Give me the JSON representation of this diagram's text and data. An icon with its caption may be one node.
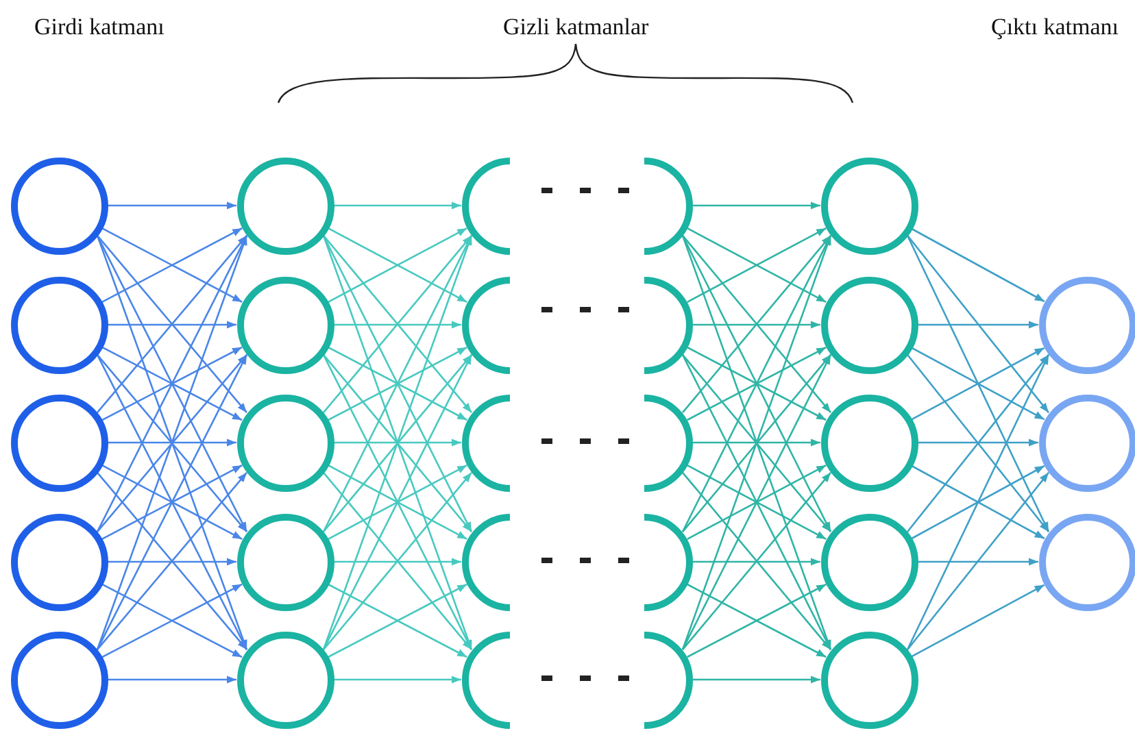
{
  "diagram": {
    "nodes": [
      {
        "text": [],
        "shape": "circle"
      },
      {
        "text": [],
        "shape": "circle"
      },
      {
        "text": [],
        "shape": "circle"
      },
      {
        "text": [],
        "shape": "circle"
      },
      {
        "text": [],
        "shape": "circle"
      },
      {
        "text": [],
        "shape": "circle"
      },
      {
        "text": [],
        "shape": "circle"
      },
      {
        "text": [],
        "shape": "circle"
      },
      {
        "text": [],
        "shape": "circle"
      },
      {
        "text": [],
        "shape": "circle"
      },
      {
        "text": [],
        "shape": "semicircle"
      },
      {
        "text": [],
        "shape": "semicircle"
      },
      {
        "text": [],
        "shape": "semicircle"
      },
      {
        "text": [],
        "shape": "semicircle"
      },
      {
        "text": [],
        "shape": "semicircle"
      },
      {
        "text": [],
        "shape": "semicircle"
      },
      {
        "text": [],
        "shape": "semicircle"
      },
      {
        "text": [],
        "shape": "semicircle"
      },
      {
        "text": [],
        "shape": "semicircle"
      },
      {
        "text": [],
        "shape": "semicircle"
      },
      {
        "text": [],
        "shape": "circle"
      },
      {
        "text": [],
        "shape": "circle"
      },
      {
        "text": [],
        "shape": "circle"
      },
      {
        "text": [],
        "shape": "circle"
      },
      {
        "text": [],
        "shape": "circle"
      },
      {
        "text": [],
        "shape": "circle"
      },
      {
        "text": [],
        "shape": "circle"
      },
      {
        "text": [],
        "shape": "circle"
      }
    ],
    "edges": [
      {
        "from": 0,
        "to": 5,
        "arrow": "to"
      },
      {
        "from": 0,
        "to": 6,
        "arrow": "to"
      },
      {
        "from": 0,
        "to": 7,
        "arrow": "to"
      },
      {
        "from": 0,
        "to": 8,
        "arrow": "to"
      },
      {
        "from": 0,
        "to": 9,
        "arrow": "to"
      },
      {
        "from": 1,
        "to": 5,
        "arrow": "to"
      },
      {
        "from": 1,
        "to": 6,
        "arrow": "to"
      },
      {
        "from": 1,
        "to": 7,
        "arrow": "to"
      },
      {
        "from": 1,
        "to": 8,
        "arrow": "to"
      },
      {
        "from": 1,
        "to": 9,
        "arrow": "to"
      },
      {
        "from": 2,
        "to": 5,
        "arrow": "to"
      },
      {
        "from": 2,
        "to": 6,
        "arrow": "to"
      },
      {
        "from": 2,
        "to": 7,
        "arrow": "to"
      },
      {
        "from": 2,
        "to": 8,
        "arrow": "to"
      },
      {
        "from": 2,
        "to": 9,
        "arrow": "to"
      },
      {
        "from": 3,
        "to": 5,
        "arrow": "to"
      },
      {
        "from": 3,
        "to": 6,
        "arrow": "to"
      },
      {
        "from": 3,
        "to": 7,
        "arrow": "to"
      },
      {
        "from": 3,
        "to": 8,
        "arrow": "to"
      },
      {
        "from": 3,
        "to": 9,
        "arrow": "to"
      },
      {
        "from": 4,
        "to": 5,
        "arrow": "to"
      },
      {
        "from": 4,
        "to": 6,
        "arrow": "to"
      },
      {
        "from": 4,
        "to": 7,
        "arrow": "to"
      },
      {
        "from": 4,
        "to": 8,
        "arrow": "to"
      },
      {
        "from": 4,
        "to": 9,
        "arrow": "to"
      },
      {
        "from": 5,
        "to": 10,
        "arrow": "to"
      },
      {
        "from": 5,
        "to": 11,
        "arrow": "to"
      },
      {
        "from": 5,
        "to": 12,
        "arrow": "to"
      },
      {
        "from": 5,
        "to": 13,
        "arrow": "to"
      },
      {
        "from": 5,
        "to": 14,
        "arrow": "to"
      },
      {
        "from": 6,
        "to": 10,
        "arrow": "to"
      },
      {
        "from": 6,
        "to": 11,
        "arrow": "to"
      },
      {
        "from": 6,
        "to": 12,
        "arrow": "to"
      },
      {
        "from": 6,
        "to": 13,
        "arrow": "to"
      },
      {
        "from": 6,
        "to": 14,
        "arrow": "to"
      },
      {
        "from": 7,
        "to": 10,
        "arrow": "to"
      },
      {
        "from": 7,
        "to": 11,
        "arrow": "to"
      },
      {
        "from": 7,
        "to": 12,
        "arrow": "to"
      },
      {
        "from": 7,
        "to": 13,
        "arrow": "to"
      },
      {
        "from": 7,
        "to": 14,
        "arrow": "to"
      },
      {
        "from": 8,
        "to": 10,
        "arrow": "to"
      },
      {
        "from": 8,
        "to": 11,
        "arrow": "to"
      },
      {
        "from": 8,
        "to": 12,
        "arrow": "to"
      },
      {
        "from": 8,
        "to": 13,
        "arrow": "to"
      },
      {
        "from": 8,
        "to": 14,
        "arrow": "to"
      },
      {
        "from": 9,
        "to": 10,
        "arrow": "to"
      },
      {
        "from": 9,
        "to": 11,
        "arrow": "to"
      },
      {
        "from": 9,
        "to": 12,
        "arrow": "to"
      },
      {
        "from": 9,
        "to": 13,
        "arrow": "to"
      },
      {
        "from": 9,
        "to": 14,
        "arrow": "to"
      },
      {
        "from": 15,
        "to": 20,
        "arrow": "to"
      },
      {
        "from": 15,
        "to": 21,
        "arrow": "to"
      },
      {
        "from": 15,
        "to": 22,
        "arrow": "to"
      },
      {
        "from": 15,
        "to": 23,
        "arrow": "to"
      },
      {
        "from": 15,
        "to": 24,
        "arrow": "to"
      },
      {
        "from": 16,
        "to": 20,
        "arrow": "to"
      },
      {
        "from": 16,
        "to": 21,
        "arrow": "to"
      },
      {
        "from": 16,
        "to": 22,
        "arrow": "to"
      },
      {
        "from": 16,
        "to": 23,
        "arrow": "to"
      },
      {
        "from": 16,
        "to": 24,
        "arrow": "to"
      },
      {
        "from": 17,
        "to": 20,
        "arrow": "to"
      },
      {
        "from": 17,
        "to": 21,
        "arrow": "to"
      },
      {
        "from": 17,
        "to": 22,
        "arrow": "to"
      },
      {
        "from": 17,
        "to": 23,
        "arrow": "to"
      },
      {
        "from": 17,
        "to": 24,
        "arrow": "to"
      },
      {
        "from": 18,
        "to": 20,
        "arrow": "to"
      },
      {
        "from": 18,
        "to": 21,
        "arrow": "to"
      },
      {
        "from": 18,
        "to": 22,
        "arrow": "to"
      },
      {
        "from": 18,
        "to": 23,
        "arrow": "to"
      },
      {
        "from": 18,
        "to": 24,
        "arrow": "to"
      },
      {
        "from": 19,
        "to": 20,
        "arrow": "to"
      },
      {
        "from": 19,
        "to": 21,
        "arrow": "to"
      },
      {
        "from": 19,
        "to": 22,
        "arrow": "to"
      },
      {
        "from": 19,
        "to": 23,
        "arrow": "to"
      },
      {
        "from": 19,
        "to": 24,
        "arrow": "to"
      },
      {
        "from": 20,
        "to": 25,
        "arrow": "to"
      },
      {
        "from": 20,
        "to": 26,
        "arrow": "to"
      },
      {
        "from": 20,
        "to": 27,
        "arrow": "to"
      },
      {
        "from": 21,
        "to": 25,
        "arrow": "to"
      },
      {
        "from": 21,
        "to": 26,
        "arrow": "to"
      },
      {
        "from": 21,
        "to": 27,
        "arrow": "to"
      },
      {
        "from": 22,
        "to": 25,
        "arrow": "to"
      },
      {
        "from": 22,
        "to": 26,
        "arrow": "to"
      },
      {
        "from": 22,
        "to": 27,
        "arrow": "to"
      },
      {
        "from": 23,
        "to": 25,
        "arrow": "to"
      },
      {
        "from": 23,
        "to": 26,
        "arrow": "to"
      },
      {
        "from": 23,
        "to": 27,
        "arrow": "to"
      },
      {
        "from": 24,
        "to": 25,
        "arrow": "to"
      },
      {
        "from": 24,
        "to": 26,
        "arrow": "to"
      },
      {
        "from": 24,
        "to": 27,
        "arrow": "to"
      }
    ],
    "labels": [
      "Girdi katmanı",
      "Gizli katmanlar",
      "Çıktı katmanı"
    ]
  }
}
